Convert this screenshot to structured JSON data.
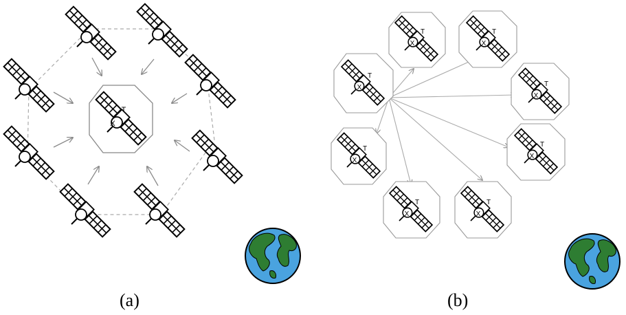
{
  "panels": [
    {
      "caption": "(a)",
      "hub_marker": "X",
      "hub_antenna_label": "T",
      "satellite_count": 8
    },
    {
      "caption": "(b)",
      "node_marker": "X",
      "node_antenna_label": "T",
      "node_count": 8
    }
  ],
  "colors": {
    "ocean": "#4aa3df",
    "land": "#2e7d32",
    "outline": "#000000",
    "arrow": "#8a8a8a",
    "dashed_ring": "#aaaaaa",
    "hex_border": "#999999"
  },
  "icons": [
    "satellite-icon",
    "earth-icon",
    "arrow-icon"
  ]
}
